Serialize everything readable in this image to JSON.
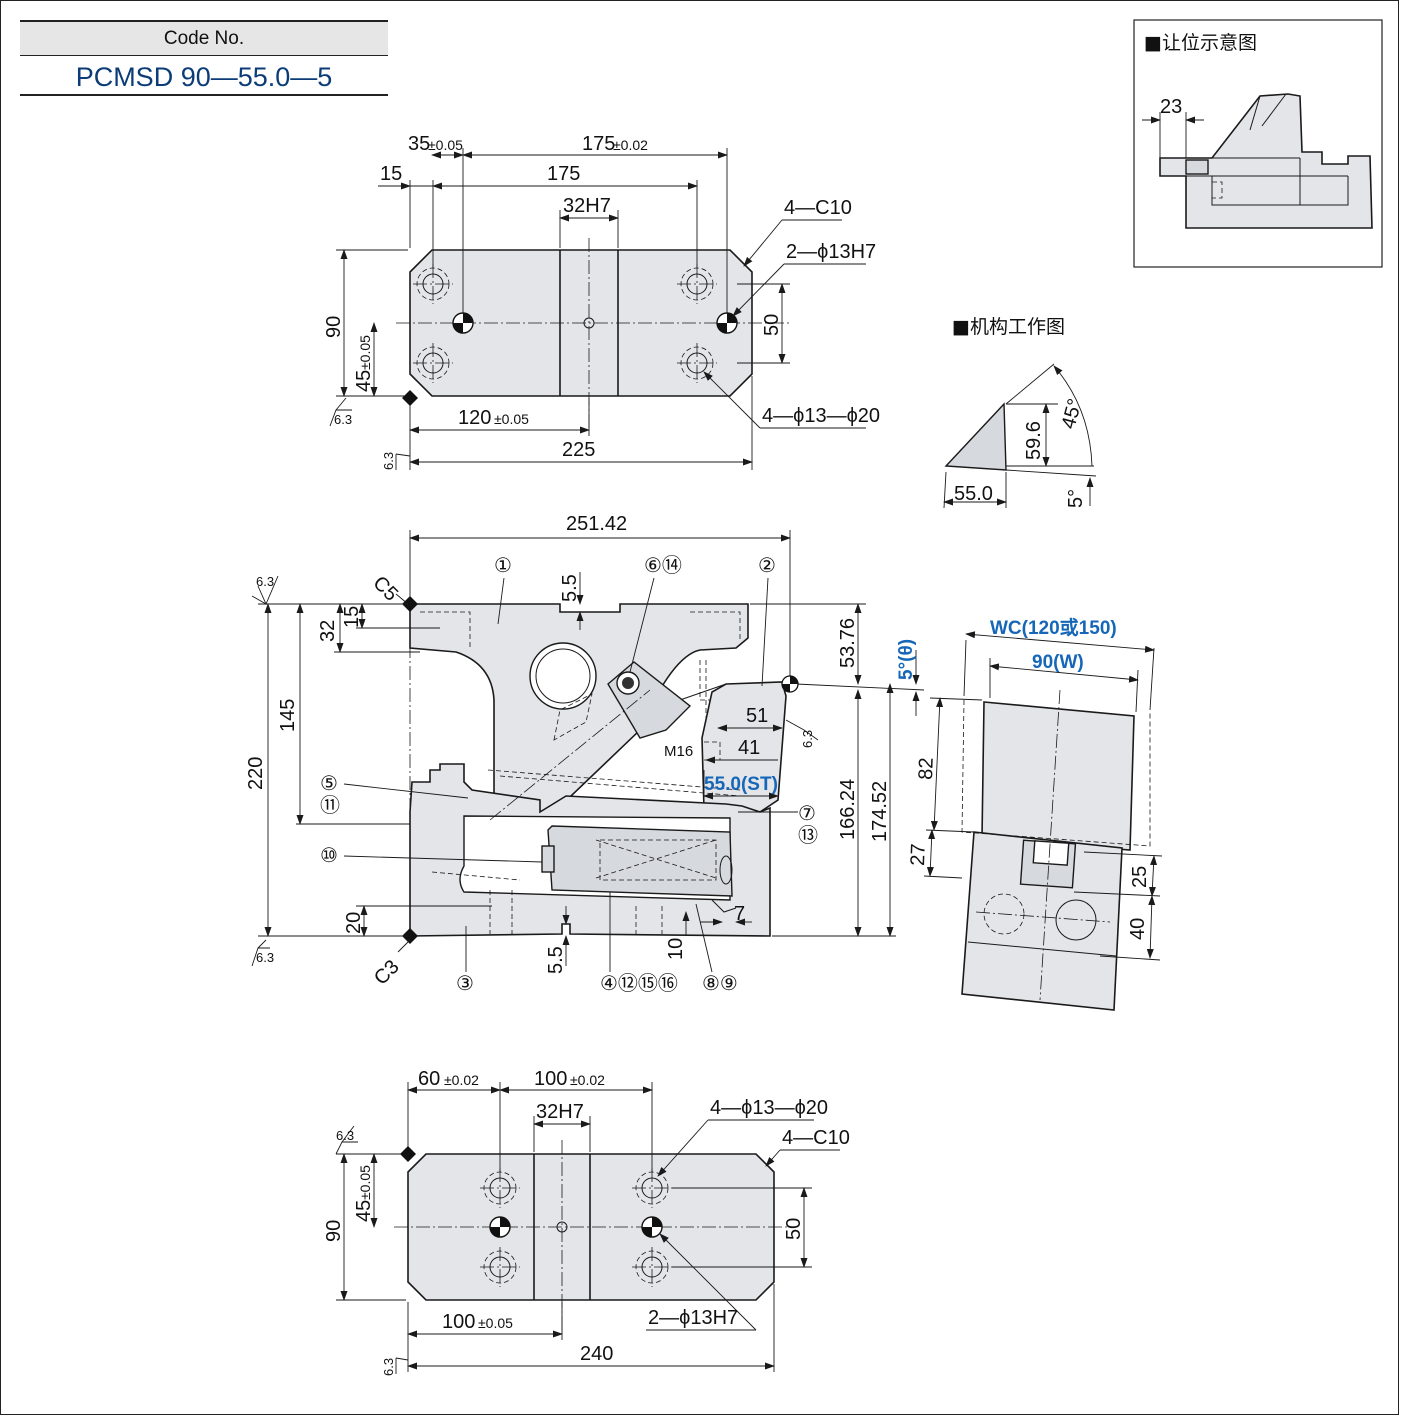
{
  "code": {
    "label": "Code No.",
    "value": "PCMSD 90—55.0—5"
  },
  "insets": {
    "clearance_title": "■让位示意图",
    "clearance_dim": "23",
    "mechanism_title": "■机构工作图",
    "mechanism_dims": {
      "base": "55.0",
      "height": "59.6",
      "angle": "45°",
      "tilt": "5°"
    }
  },
  "top_view": {
    "dims": {
      "offset35": "35",
      "tol35": "±0.05",
      "pitch175": "175",
      "tol175": "±0.02",
      "edge15": "15",
      "span175": "175",
      "slot": "32H7",
      "chamfer": "4—C10",
      "pin_holes": "2—ϕ13H7",
      "height90": "90",
      "half45": "45",
      "tol45": "±0.05",
      "center50": "50",
      "holes": "4—ϕ13—ϕ20",
      "pos120": "120",
      "tol120": "±0.05",
      "width225": "225"
    },
    "roughness": [
      "6.3",
      "6.3"
    ]
  },
  "front_view": {
    "dims": {
      "width": "251.42",
      "c5": "C5",
      "c3": "C3",
      "d15": "15",
      "d32": "32",
      "d145": "145",
      "d220": "220",
      "d5_5_top": "5.5",
      "d5_5_bottom": "5.5",
      "d20": "20",
      "d53_76": "53.76",
      "d166_24": "166.24",
      "d174_52": "174.52",
      "d51": "51",
      "d41": "41",
      "m16": "M16",
      "d10": "10",
      "d7": "7",
      "stroke": "55.0(ST)",
      "angle": "5°(θ)"
    },
    "balloons": {
      "b1": "①",
      "b2": "②",
      "b3": "③",
      "b6_14": "⑥⑭",
      "b5": "⑤",
      "b11": "⑪",
      "b10": "⑩",
      "b7": "⑦",
      "b13": "⑬",
      "b4_12_15_16": "④⑫⑮⑯",
      "b8_9": "⑧⑨"
    },
    "roughness": [
      "6.3",
      "6.3",
      "6.3"
    ]
  },
  "side_view": {
    "dims": {
      "wc": "WC(120或150)",
      "w": "90(W)",
      "d82": "82",
      "d27": "27",
      "d25": "25",
      "d40": "40"
    }
  },
  "bottom_view": {
    "dims": {
      "pos60": "60",
      "tol60": "±0.02",
      "pitch100": "100",
      "tol100": "±0.02",
      "slot": "32H7",
      "holes": "4—ϕ13—ϕ20",
      "chamfer": "4—C10",
      "height90": "90",
      "half45": "45",
      "tol45": "±0.05",
      "center50": "50",
      "pos100": "100",
      "tol100b": "±0.05",
      "pin_holes": "2—ϕ13H7",
      "width240": "240"
    },
    "roughness": [
      "6.3",
      "6.3"
    ]
  }
}
